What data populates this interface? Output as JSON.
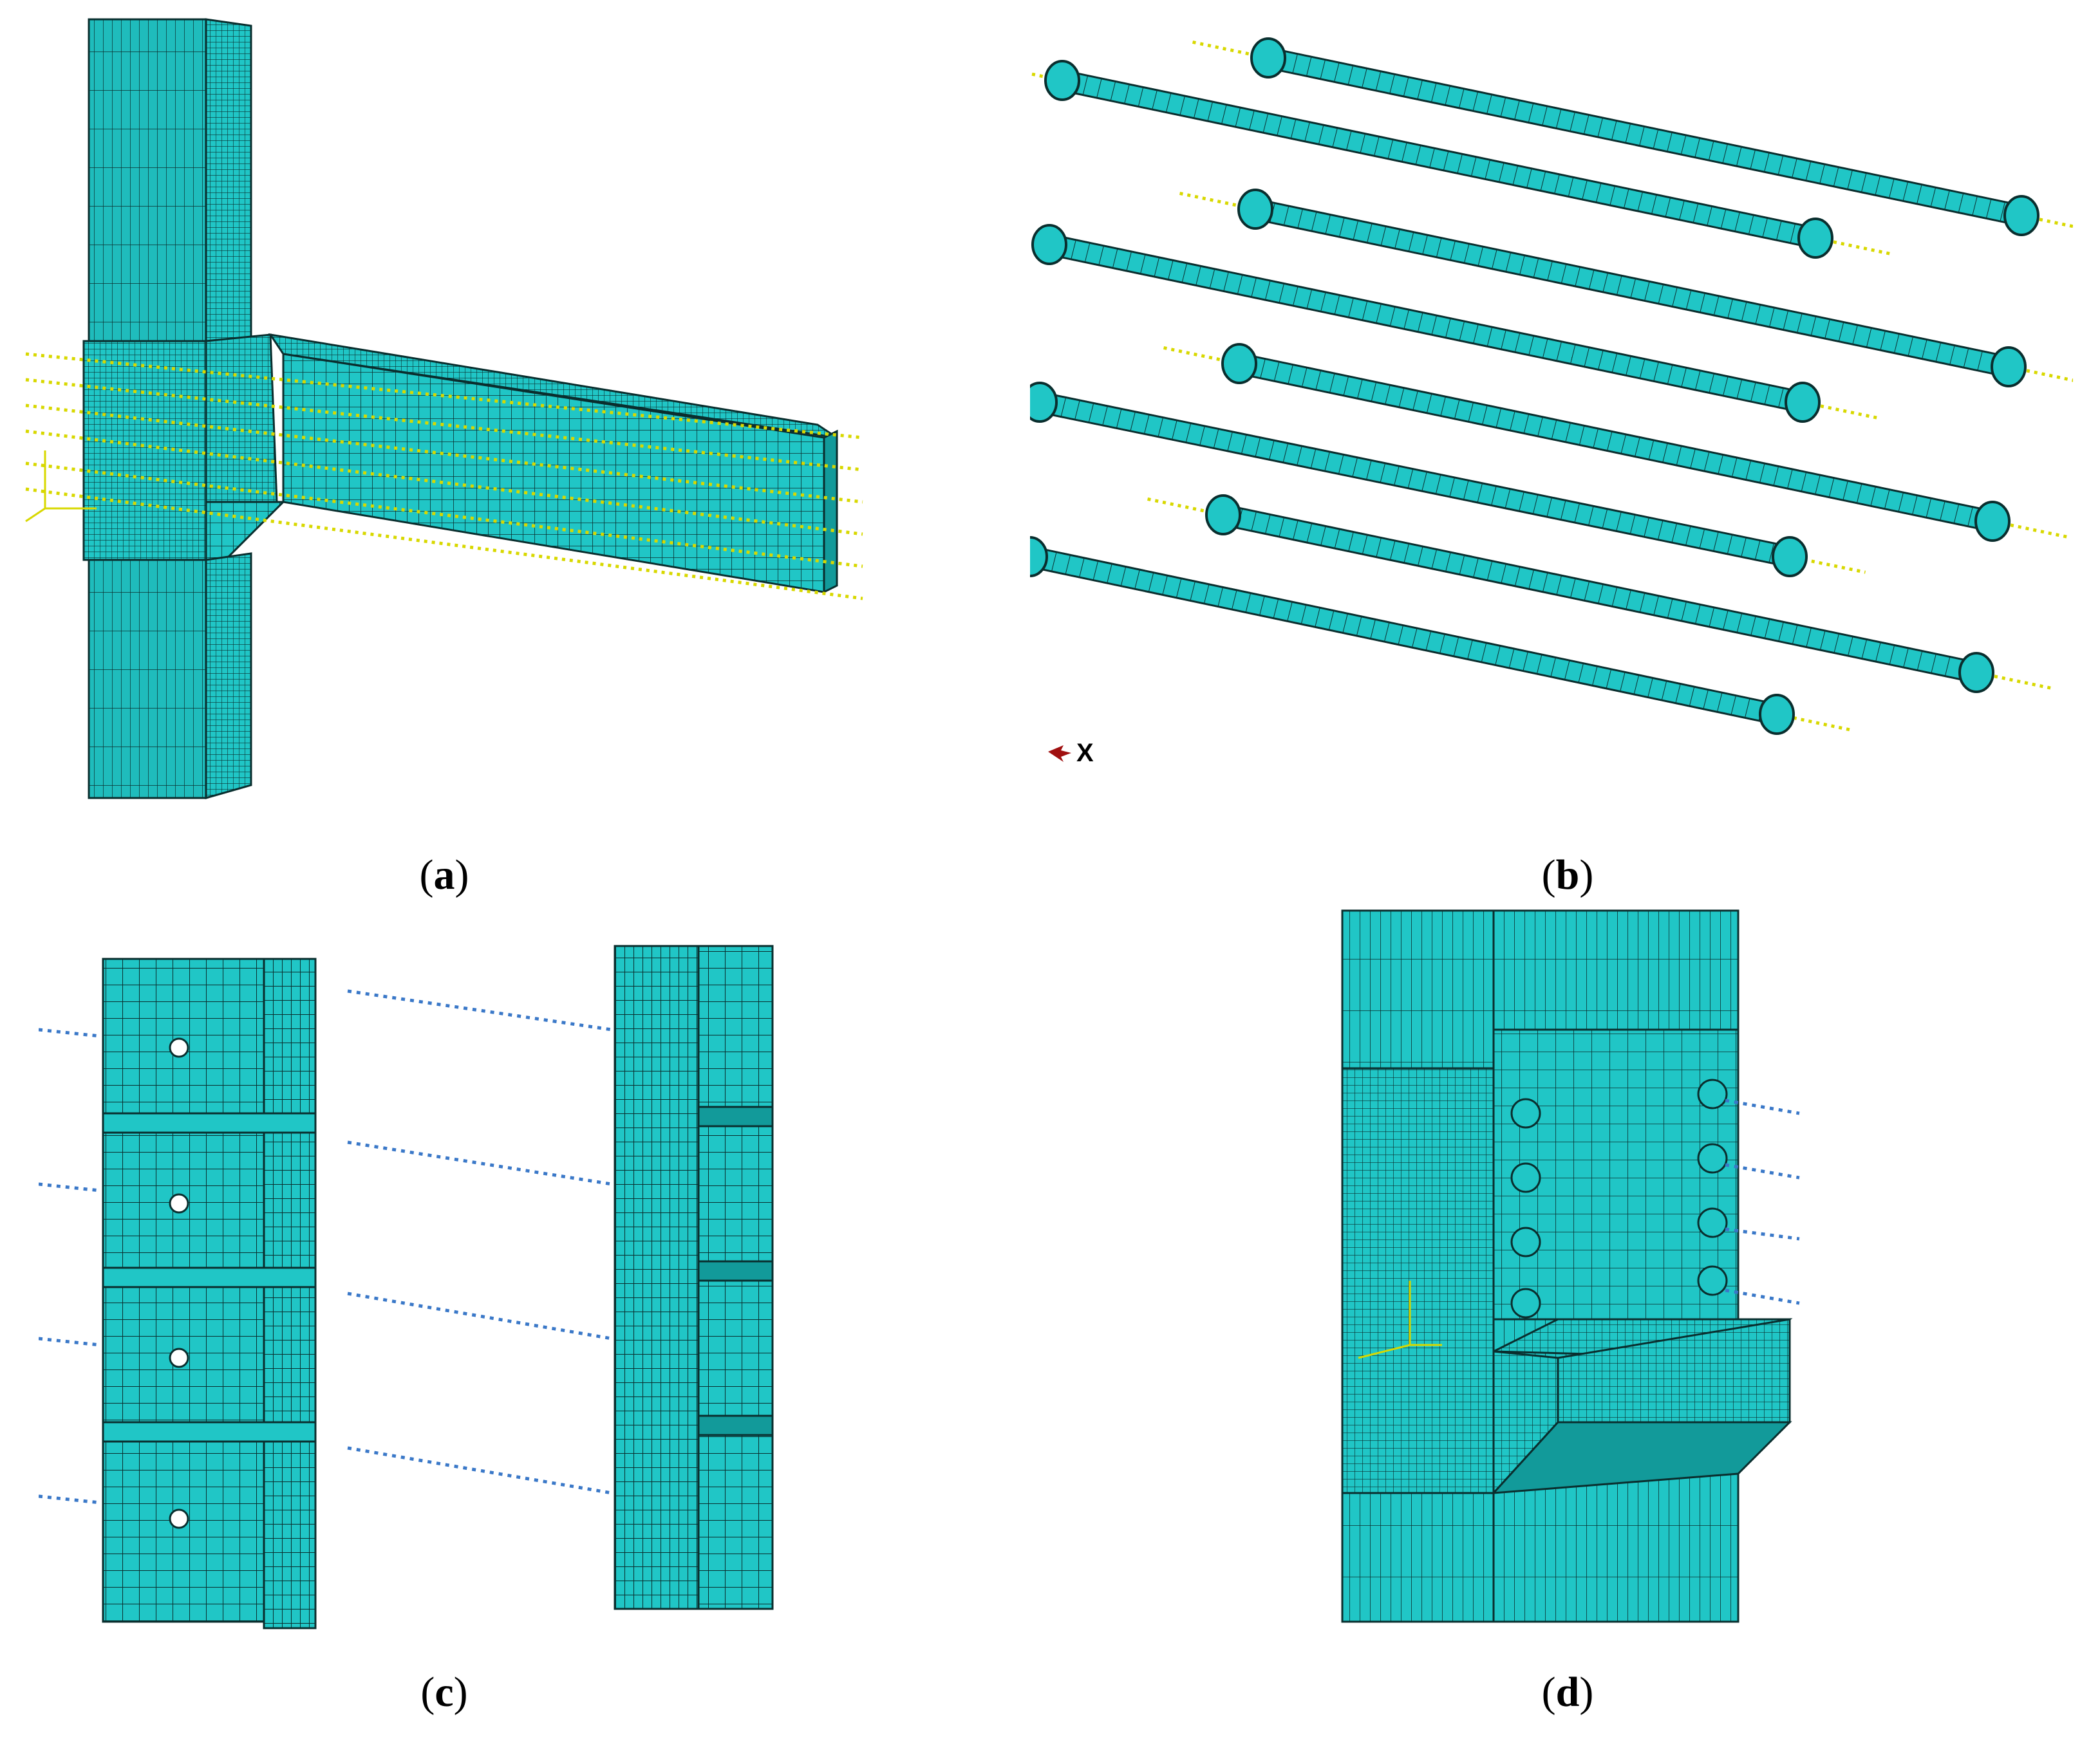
{
  "captions": [
    {
      "id": "a",
      "letter": "a"
    },
    {
      "id": "b",
      "letter": "b"
    },
    {
      "id": "c",
      "letter": "c"
    },
    {
      "id": "d",
      "letter": "d"
    }
  ],
  "panel_b_axis": {
    "label": "X"
  },
  "colors": {
    "mesh_fill": "#20c6c6",
    "mesh_fill_dark": "#129a9a",
    "mesh_line": "#0a2e2e",
    "bolt_line_yellow": "#d8d800",
    "bolt_line_blue": "#3a78c8",
    "axis_arrow": "#a01010"
  }
}
